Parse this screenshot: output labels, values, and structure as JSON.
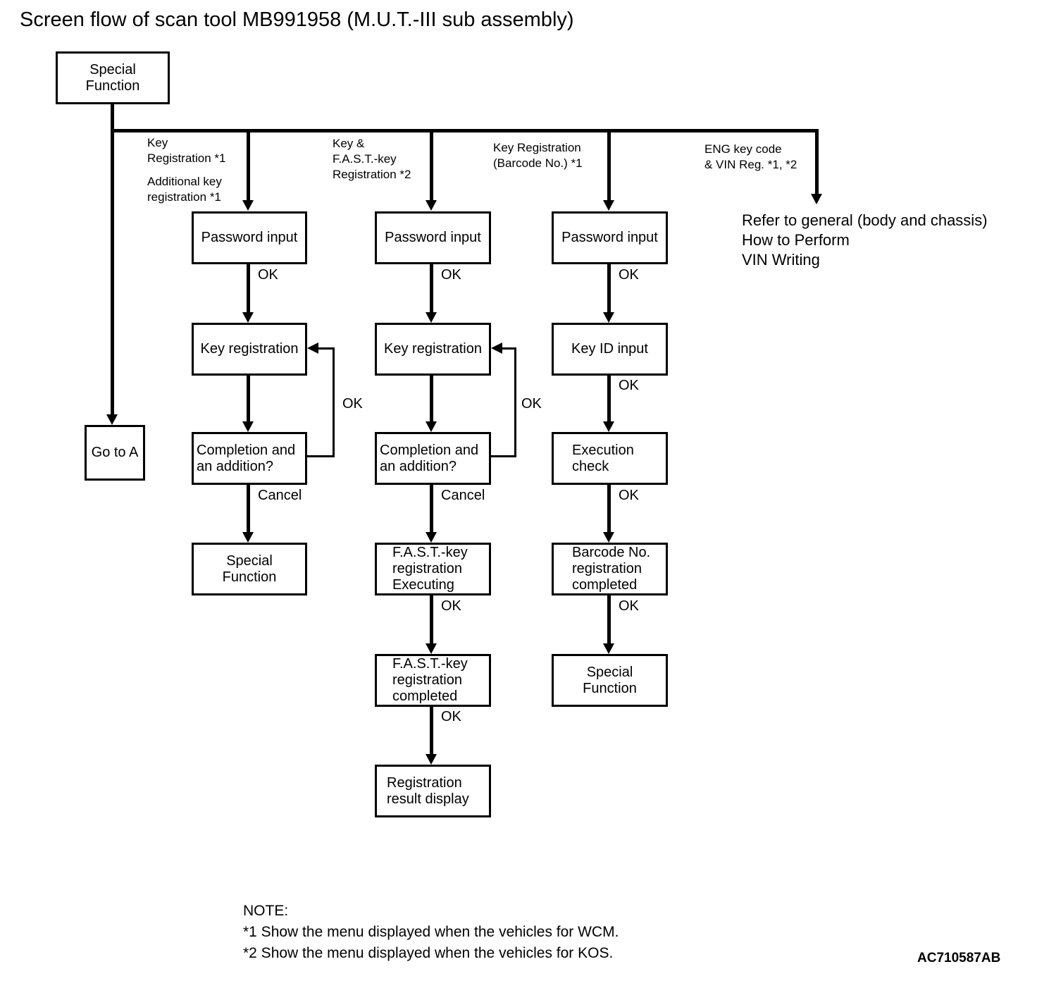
{
  "title": "Screen flow of scan tool MB991958 (M.U.T.-III sub assembly)",
  "figure_code": "AC710587AB",
  "colors": {
    "line": "#000000",
    "background": "#ffffff"
  },
  "edge_labels": {
    "ok": "OK",
    "cancel": "Cancel"
  },
  "branches": {
    "key_registration": "Key\nRegistration *1",
    "additional_key_registration": "Additional key\nregistration *1",
    "fast_key_registration": "Key &\nF.A.S.T.-key\nRegistration *2",
    "barcode_registration": "Key Registration\n(Barcode No.) *1",
    "eng_vin_registration": "ENG key code\n& VIN Reg. *1, *2"
  },
  "nodes": {
    "special_function_start": "Special\nFunction",
    "goto_a": "Go to A",
    "password_input": "Password input",
    "key_registration": "Key registration",
    "completion_addition": "Completion and\nan addition?",
    "special_function_end": "Special\nFunction",
    "key_id_input": "Key ID input",
    "execution_check": "Execution\ncheck",
    "fast_key_executing": "F.A.S.T.-key\nregistration\nExecuting",
    "fast_key_completed": "F.A.S.T.-key\nregistration\ncompleted",
    "barcode_completed": "Barcode No.\nregistration\ncompleted",
    "registration_result": "Registration\nresult display"
  },
  "refer_text": "Refer to general (body and chassis)\nHow to Perform\nVIN Writing",
  "note": {
    "heading": "NOTE:",
    "line1": "*1 Show the menu displayed when the vehicles for WCM.",
    "line2": "*2 Show the menu displayed when the vehicles for KOS."
  }
}
